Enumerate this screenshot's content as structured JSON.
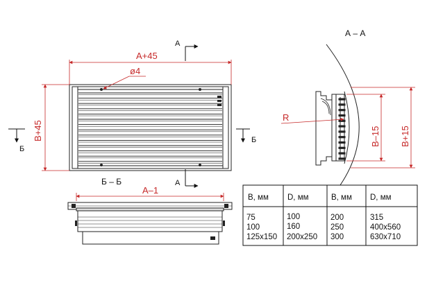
{
  "labels": {
    "section_aa": "А – А",
    "section_bb": "Б – Б",
    "a_top": "А",
    "a_bottom": "А",
    "b_left": "Б",
    "b_right": "Б",
    "dim_a45": "A+45",
    "dim_phi4": "ø4",
    "dim_b45_left": "B+45",
    "dim_a1": "A–1",
    "dim_r": "R",
    "dim_b15": "B–15",
    "dim_b15_plus": "B+15"
  },
  "table": {
    "headers": [
      "B, мм",
      "D, мм",
      "B, мм",
      "D, мм"
    ],
    "rows": [
      [
        "75",
        "100",
        "200",
        "315"
      ],
      [
        "100",
        "160",
        "250",
        "400x560"
      ],
      [
        "125x150",
        "200x250",
        "300",
        "630x710"
      ]
    ]
  },
  "colors": {
    "dimension": "#c62828",
    "line": "#222222"
  }
}
